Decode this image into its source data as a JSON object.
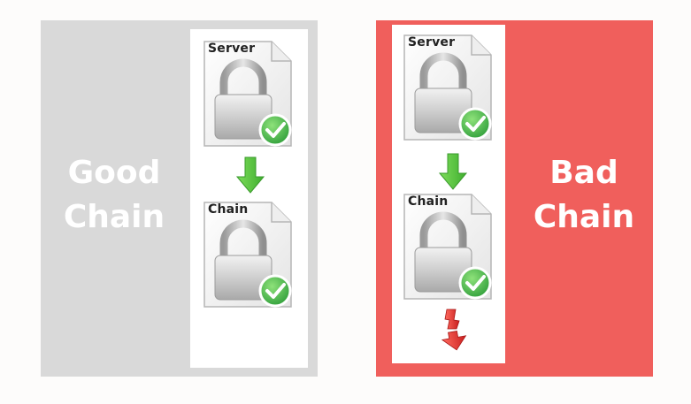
{
  "good": {
    "label_line1": "Good",
    "label_line2": "Chain",
    "panel_color": "#d9d9d9",
    "certificates": [
      {
        "title": "Server",
        "status": "valid"
      },
      {
        "title": "Chain",
        "status": "valid"
      }
    ],
    "link_arrow": "down-green"
  },
  "bad": {
    "label_line1": "Bad",
    "label_line2": "Chain",
    "panel_color": "#f05f5c",
    "certificates": [
      {
        "title": "Server",
        "status": "valid"
      },
      {
        "title": "Chain",
        "status": "valid"
      }
    ],
    "link_arrow": "down-green",
    "end_arrow": "down-red-broken"
  },
  "icons": {
    "certificate": "padlock-document-icon",
    "valid": "green-check-badge-icon",
    "link": "green-down-arrow-icon",
    "broken": "red-broken-arrow-icon"
  },
  "colors": {
    "check_green": "#38b44a",
    "arrow_green": "#5cc843",
    "arrow_red": "#e8322e"
  }
}
